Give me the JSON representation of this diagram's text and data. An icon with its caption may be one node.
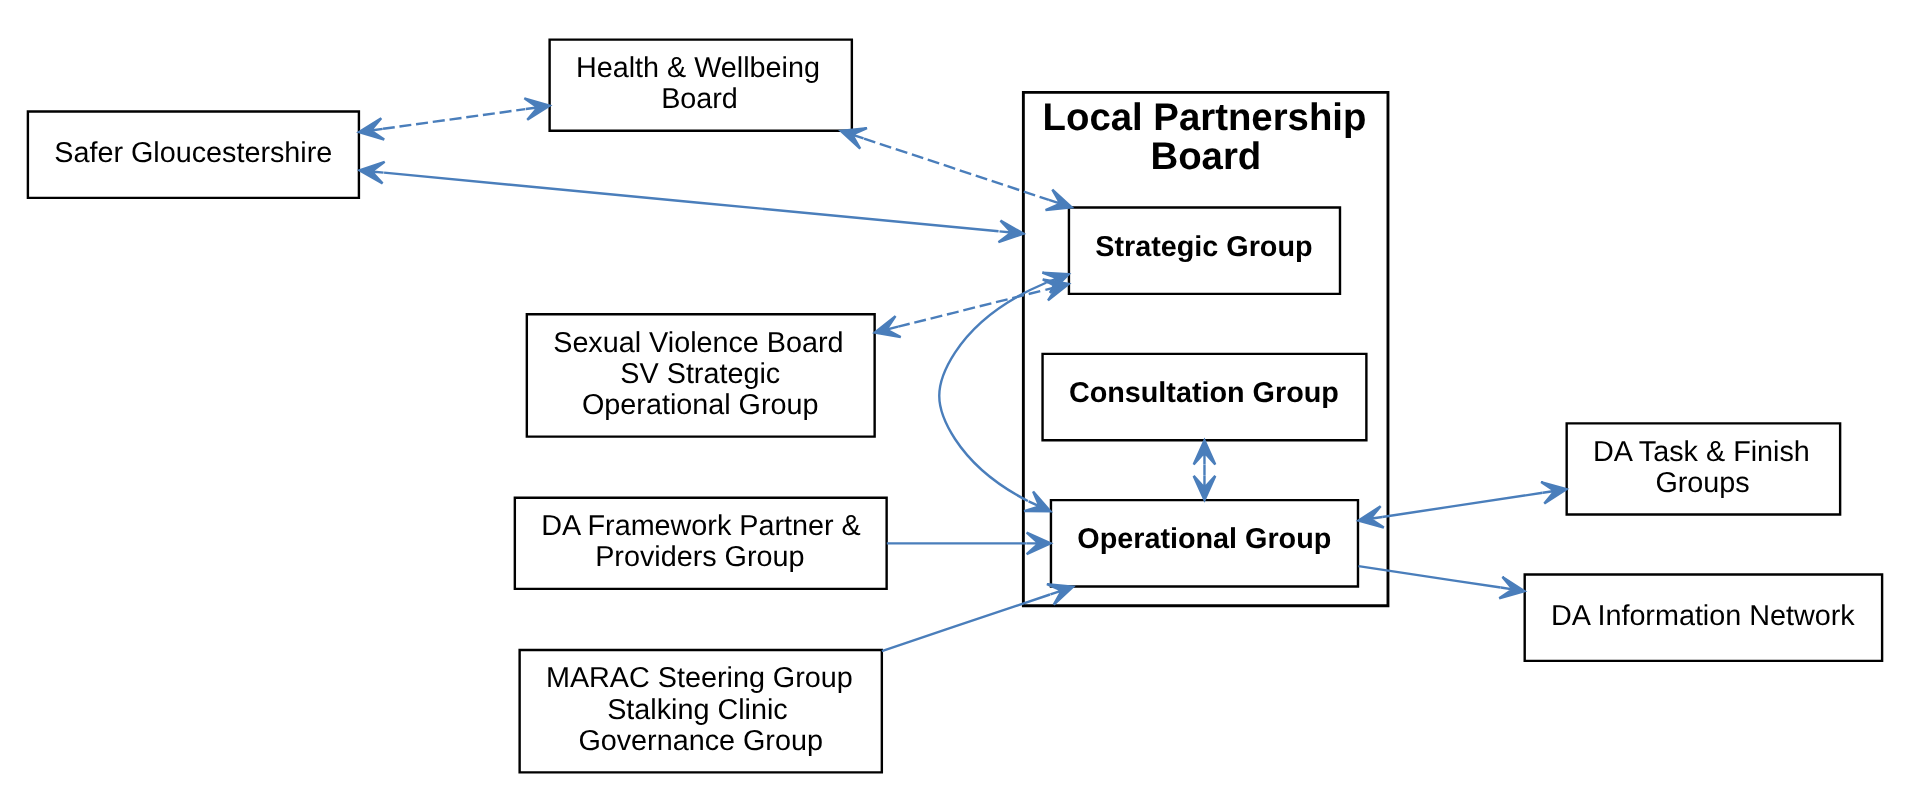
{
  "diagram": {
    "nodes": [
      {
        "text": [
          "Safer Gloucestershire"
        ]
      },
      {
        "text": [
          "Health & Wellbeing Board"
        ]
      },
      {
        "text": [
          "Sexual Violence Board",
          "SV Strategic Operational Group"
        ]
      },
      {
        "text": [
          "Local Partnership Board"
        ]
      },
      {
        "text": [
          "Strategic Group"
        ],
        "in": 3
      },
      {
        "text": [
          "Operational Group"
        ],
        "in": 3
      },
      {
        "text": [
          "Consultation Group"
        ],
        "in": 3
      },
      {
        "text": [
          "DA Framework Partner & Providers Group"
        ]
      },
      {
        "text": [
          "DA Task & Finish Groups"
        ]
      },
      {
        "text": [
          "MARAC Steering Group",
          "Stalking Clinic Governance Group"
        ]
      },
      {
        "text": [
          "DA Information Network"
        ]
      }
    ],
    "edges": [
      {
        "from": 0,
        "to": 1,
        "arrow": "both",
        "style": "dashed"
      },
      {
        "from": 0,
        "to": 3,
        "arrow": "both"
      },
      {
        "from": 1,
        "to": 4,
        "arrow": "both",
        "style": "dashed"
      },
      {
        "from": 2,
        "to": 4,
        "arrow": "both",
        "style": "dashed"
      },
      {
        "from": 4,
        "to": 5,
        "arrow": "both"
      },
      {
        "from": 7,
        "to": 5,
        "arrow": "to"
      },
      {
        "from": 5,
        "to": 8,
        "arrow": "both"
      },
      {
        "from": 5,
        "to": 6,
        "arrow": "both"
      },
      {
        "from": 9,
        "to": 5,
        "arrow": "to"
      },
      {
        "from": 5,
        "to": 10,
        "arrow": "to"
      }
    ]
  }
}
